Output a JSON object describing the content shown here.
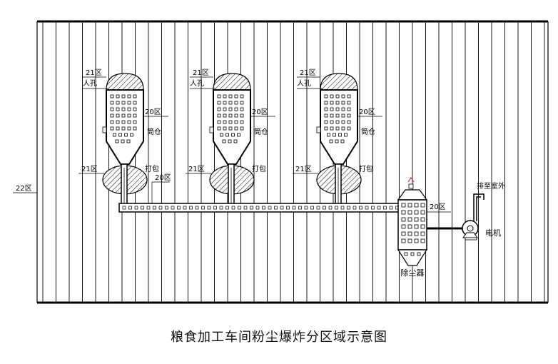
{
  "caption": "粮食加工车间粉尘爆炸分区域示意图",
  "zones": {
    "z20": "20区",
    "z21": "21区",
    "z22": "22区"
  },
  "labels": {
    "manhole": "人孔",
    "silo": "筒仓",
    "bagging": "打包",
    "dust_collector": "除尘器",
    "motor": "电机",
    "exhaust_outdoor": "排至室外"
  }
}
